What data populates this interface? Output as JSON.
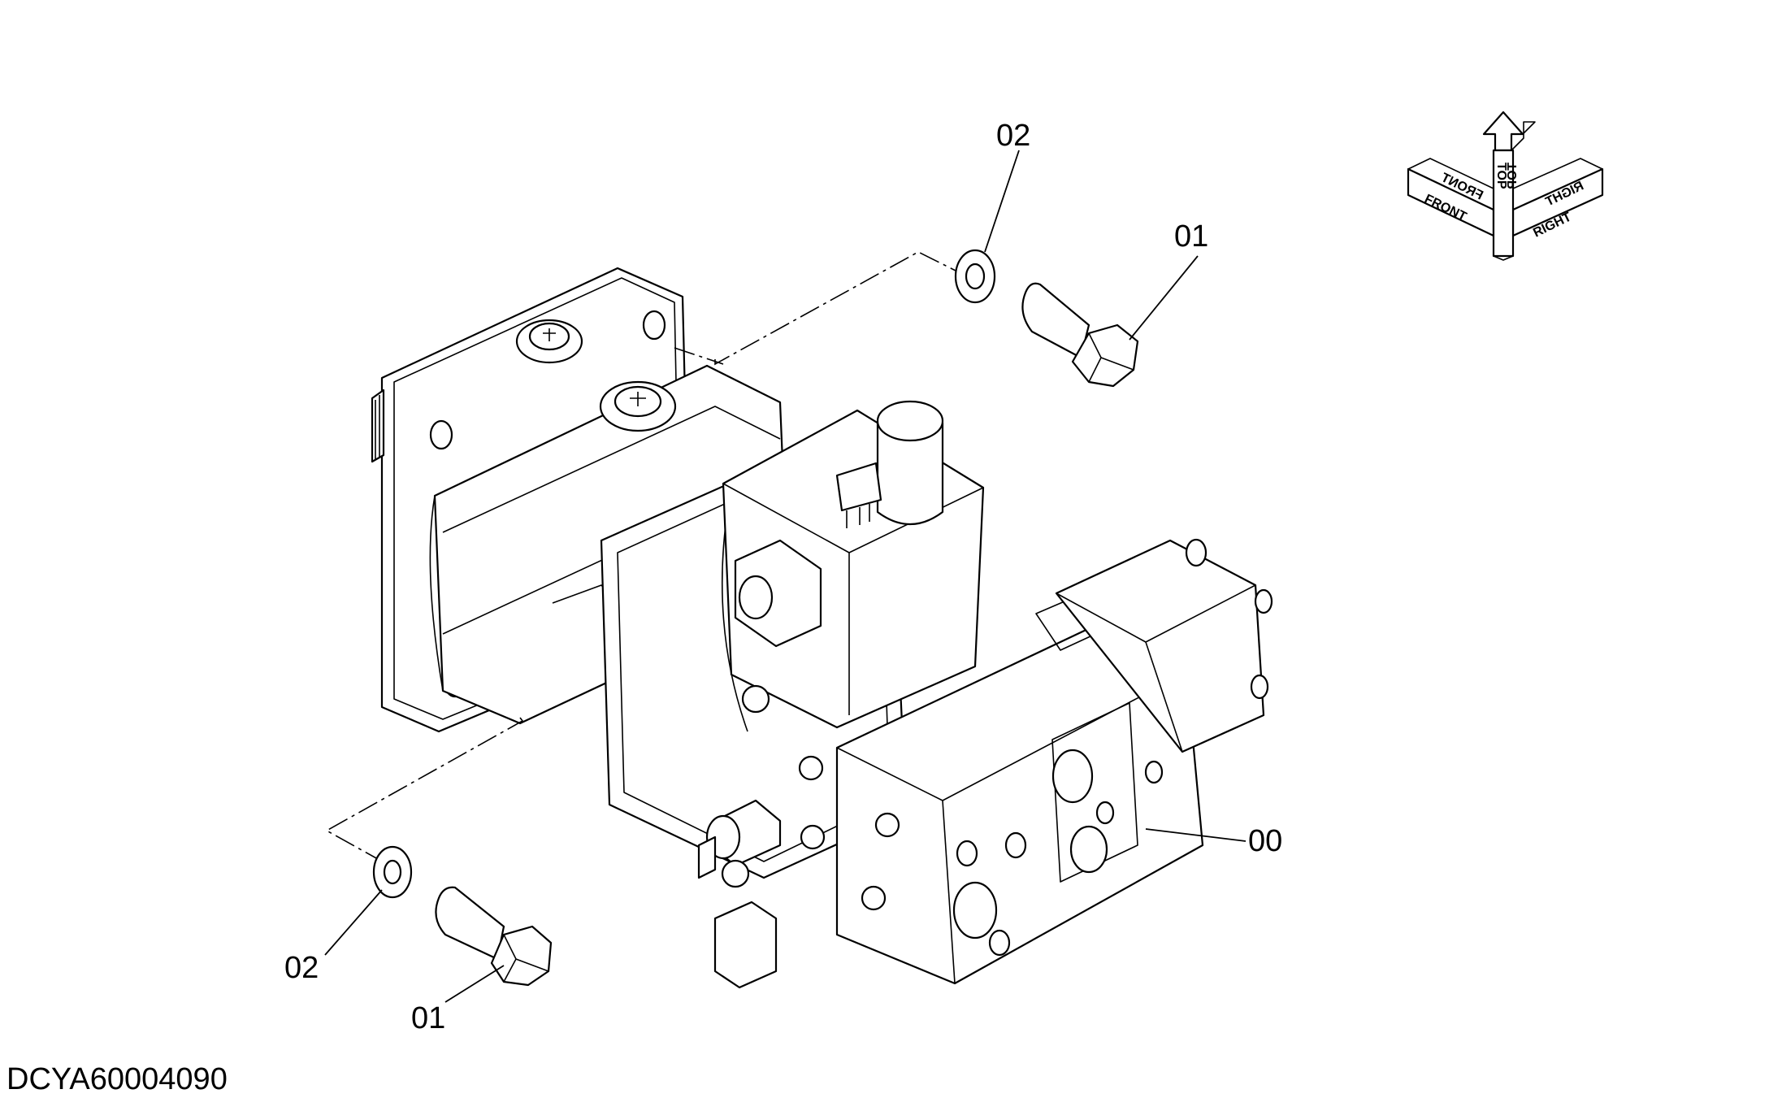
{
  "drawing_code": "DCYA60004090",
  "callouts": {
    "part_00": "00",
    "part_01_top": "01",
    "part_01_bottom": "01",
    "part_02_top": "02",
    "part_02_bottom": "02"
  },
  "orientation_marker": {
    "front": "FRONT",
    "front_mirrored": "FRONT",
    "top": "TOP",
    "top_mirrored": "TOP",
    "right": "RIGHT",
    "right_mirrored": "RIGHT"
  }
}
